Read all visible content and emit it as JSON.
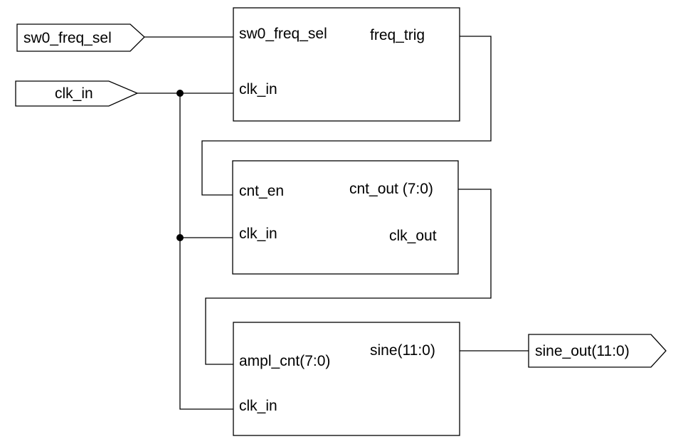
{
  "inputs": {
    "sw0_freq_sel": "sw0_freq_sel",
    "clk_in": "clk_in"
  },
  "outputs": {
    "sine_out": "sine_out(11:0)"
  },
  "blocks": {
    "freq_select": {
      "in_sw0_freq_sel": "sw0_freq_sel",
      "in_clk_in": "clk_in",
      "out_freq_trig": "freq_trig"
    },
    "counter": {
      "in_cnt_en": "cnt_en",
      "in_clk_in": "clk_in",
      "out_cnt_out": "cnt_out (7:0)",
      "out_clk_out": "clk_out"
    },
    "sine_lut": {
      "in_ampl_cnt": "ampl_cnt(7:0)",
      "in_clk_in": "clk_in",
      "out_sine": "sine(11:0)"
    }
  }
}
